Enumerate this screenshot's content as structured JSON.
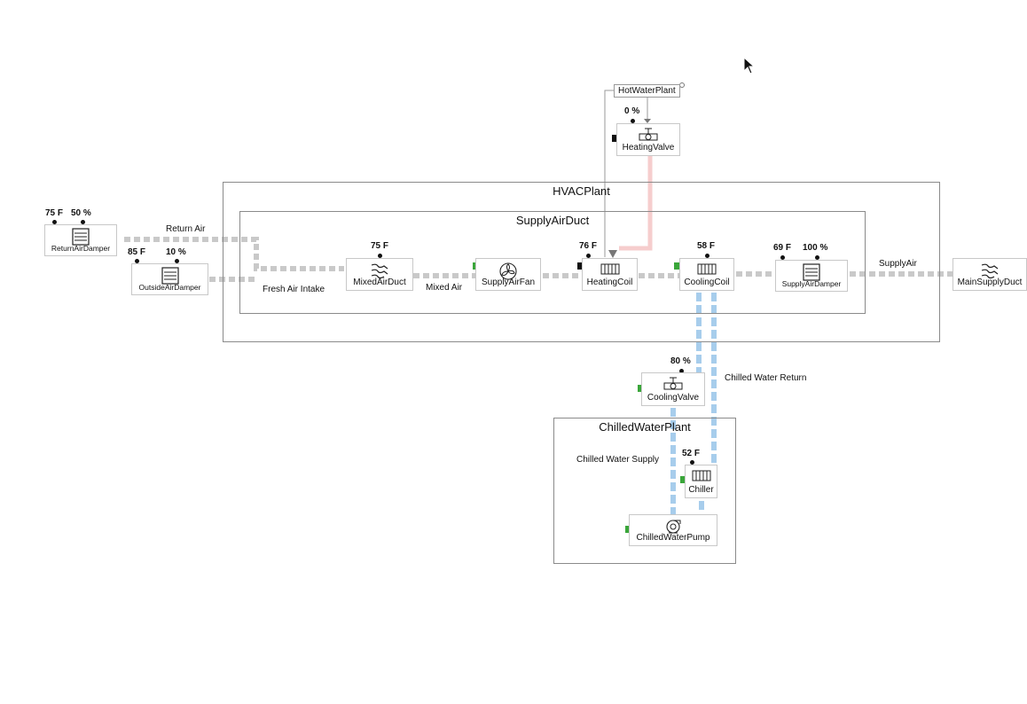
{
  "groups": {
    "hvac_plant": "HVACPlant",
    "supply_air_duct": "SupplyAirDuct",
    "chilled_water_plant": "ChilledWaterPlant"
  },
  "nodes": {
    "return_air_damper": {
      "label": "ReturnAirDamper",
      "temp": "75 F",
      "pos": "50 %",
      "icon": "damper-icon"
    },
    "outside_air_damper": {
      "label": "OutsideAirDamper",
      "temp": "85 F",
      "pos": "10 %",
      "icon": "damper-icon"
    },
    "mixed_air_duct": {
      "label": "MixedAirDuct",
      "temp": "75 F",
      "icon": "airflow-icon"
    },
    "supply_air_fan": {
      "label": "SupplyAirFan",
      "icon": "fan-icon",
      "status": "on"
    },
    "heating_coil": {
      "label": "HeatingCoil",
      "temp": "76 F",
      "icon": "coil-icon",
      "status": "off"
    },
    "cooling_coil": {
      "label": "CoolingCoil",
      "temp": "58 F",
      "icon": "coil-icon",
      "status": "on"
    },
    "supply_air_damper": {
      "label": "SupplyAirDamper",
      "temp": "69 F",
      "pos": "100 %",
      "icon": "damper-icon"
    },
    "main_supply_duct": {
      "label": "MainSupplyDuct",
      "icon": "airflow-icon"
    },
    "heating_valve": {
      "label": "HeatingValve",
      "pos": "0 %",
      "icon": "valve-icon",
      "status": "off"
    },
    "hot_water_plant": {
      "label": "HotWaterPlant"
    },
    "cooling_valve": {
      "label": "CoolingValve",
      "pos": "80 %",
      "icon": "valve-icon",
      "status": "on"
    },
    "chiller": {
      "label": "Chiller",
      "temp": "52 F",
      "icon": "coil-icon",
      "status": "on"
    },
    "chilled_water_pump": {
      "label": "ChilledWaterPump",
      "icon": "pump-icon",
      "status": "on"
    }
  },
  "flows": {
    "return_air": "Return Air",
    "fresh_air_intake": "Fresh Air Intake",
    "mixed_air": "Mixed Air",
    "supply_air": "SupplyAir",
    "chilled_water_return": "Chilled Water Return",
    "chilled_water_supply": "Chilled Water Supply"
  },
  "colors": {
    "air": "#c9c9c9",
    "chilled_water": "#a7cdec",
    "hot_water": "#f6cdcd",
    "status_on": "#3aa63a",
    "status_off": "#111111"
  }
}
